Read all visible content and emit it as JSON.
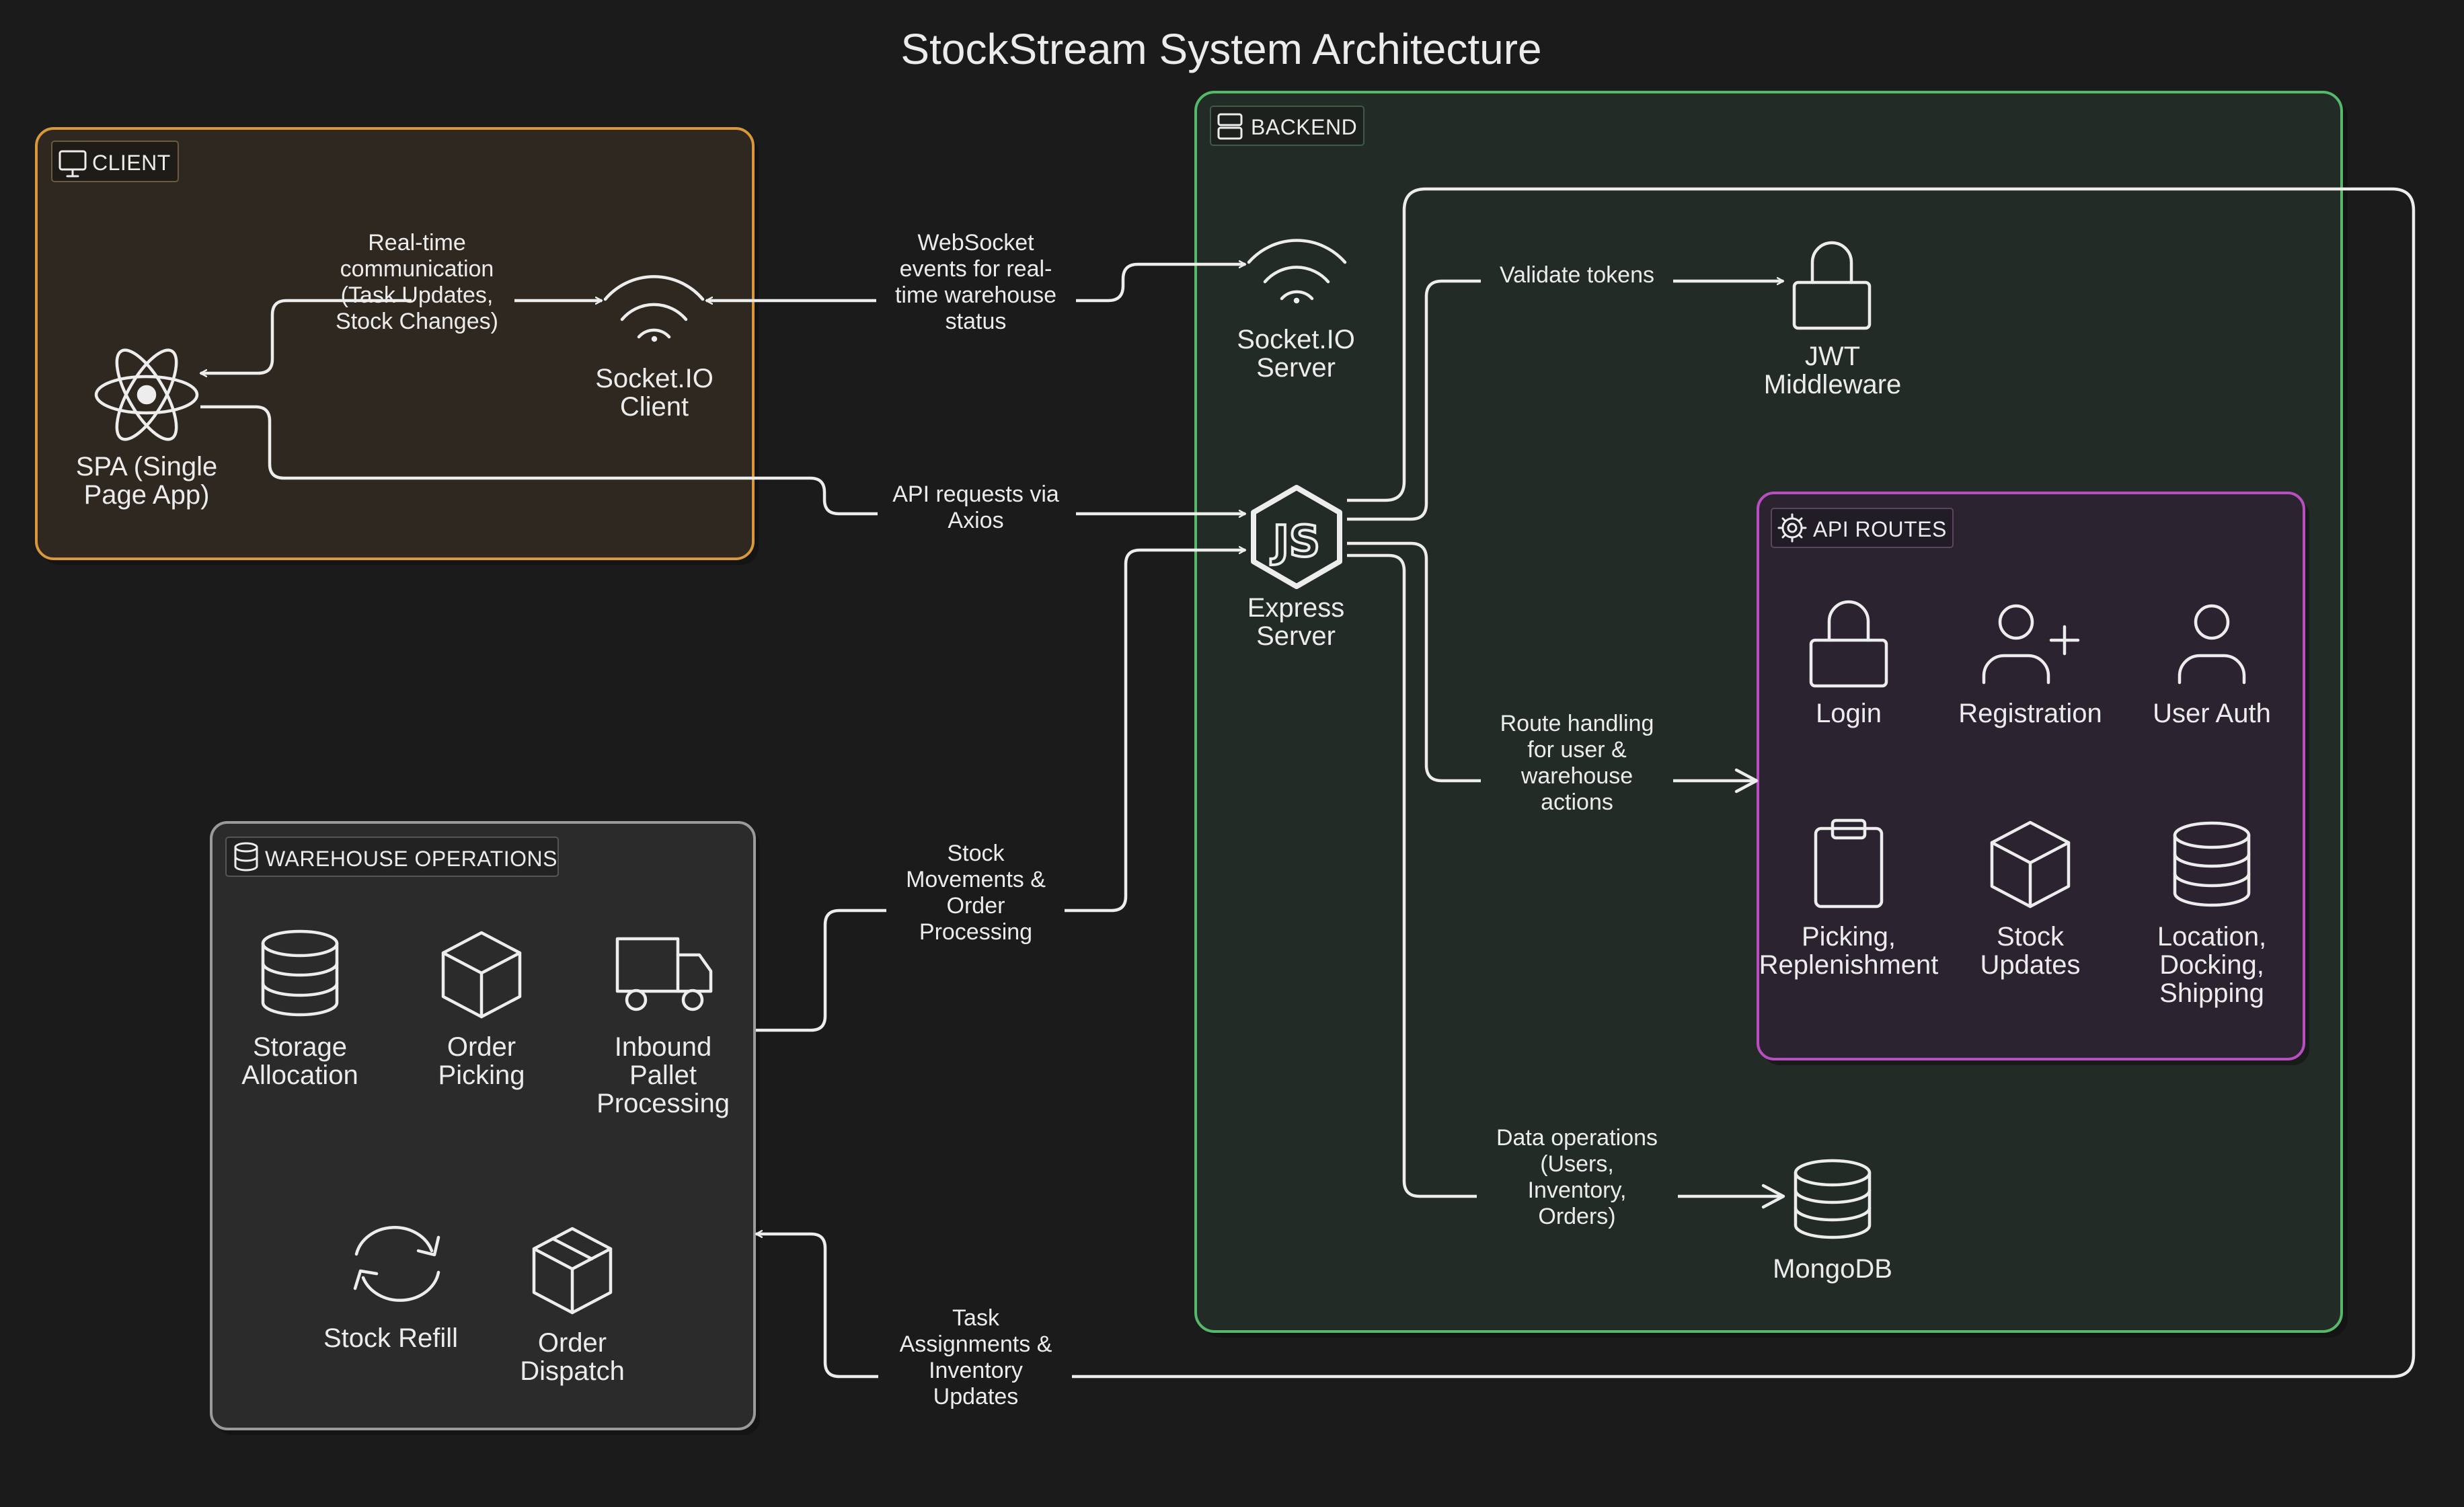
{
  "title": "StockStream System Architecture",
  "colors": {
    "background": "#1b1b1b",
    "client_border": "#d9983a",
    "client_fill": "#2f2820",
    "backend_border": "#56b96a",
    "backend_fill": "#232b26",
    "api_border": "#b84ec0",
    "api_fill": "#2b2330",
    "ops_border": "#9a9a9a",
    "ops_fill": "#2b2b2b",
    "line": "#ededed"
  },
  "groups": {
    "client": {
      "label": "CLIENT",
      "icon": "monitor-icon"
    },
    "backend": {
      "label": "BACKEND",
      "icon": "server-icon"
    },
    "api_routes": {
      "label": "API ROUTES",
      "icon": "gear-icon"
    },
    "warehouse_ops": {
      "label": "WAREHOUSE OPERATIONS",
      "icon": "database-icon"
    }
  },
  "nodes": {
    "spa": {
      "lines": [
        "SPA (Single",
        "Page App)"
      ],
      "icon": "react-icon"
    },
    "socket_client": {
      "lines": [
        "Socket.IO",
        "Client"
      ],
      "icon": "wifi-icon"
    },
    "socket_server": {
      "lines": [
        "Socket.IO",
        "Server"
      ],
      "icon": "wifi-icon"
    },
    "express": {
      "lines": [
        "Express",
        "Server"
      ],
      "icon": "nodejs-icon"
    },
    "jwt": {
      "lines": [
        "JWT",
        "Middleware"
      ],
      "icon": "lock-icon"
    },
    "mongodb": {
      "lines": [
        "MongoDB"
      ],
      "icon": "database-icon"
    },
    "login": {
      "lines": [
        "Login"
      ],
      "icon": "lock-icon"
    },
    "registration": {
      "lines": [
        "Registration"
      ],
      "icon": "user-plus-icon"
    },
    "user_auth": {
      "lines": [
        "User Auth"
      ],
      "icon": "user-icon"
    },
    "picking_replenishment": {
      "lines": [
        "Picking,",
        "Replenishment"
      ],
      "icon": "clipboard-icon"
    },
    "stock_updates": {
      "lines": [
        "Stock",
        "Updates"
      ],
      "icon": "box-icon"
    },
    "location_docking": {
      "lines": [
        "Location,",
        "Docking,",
        "Shipping"
      ],
      "icon": "database-icon"
    },
    "storage_allocation": {
      "lines": [
        "Storage",
        "Allocation"
      ],
      "icon": "database-icon"
    },
    "order_picking": {
      "lines": [
        "Order",
        "Picking"
      ],
      "icon": "box-icon"
    },
    "inbound_pallet": {
      "lines": [
        "Inbound",
        "Pallet",
        "Processing"
      ],
      "icon": "truck-icon"
    },
    "stock_refill": {
      "lines": [
        "Stock Refill"
      ],
      "icon": "refresh-icon"
    },
    "order_dispatch": {
      "lines": [
        "Order",
        "Dispatch"
      ],
      "icon": "package-icon"
    }
  },
  "edges": {
    "realtime": [
      "Real-time",
      "communication",
      "(Task Updates,",
      "Stock Changes)"
    ],
    "websocket": [
      "WebSocket",
      "events for real-",
      "time warehouse",
      "status"
    ],
    "api_requests": [
      "API requests via",
      "Axios"
    ],
    "validate": [
      "Validate tokens"
    ],
    "route_handling": [
      "Route handling",
      "for user &",
      "warehouse",
      "actions"
    ],
    "data_ops": [
      "Data operations",
      "(Users,",
      "Inventory,",
      "Orders)"
    ],
    "stock_movements": [
      "Stock",
      "Movements &",
      "Order",
      "Processing"
    ],
    "task_assignments": [
      "Task",
      "Assignments &",
      "Inventory",
      "Updates"
    ]
  }
}
